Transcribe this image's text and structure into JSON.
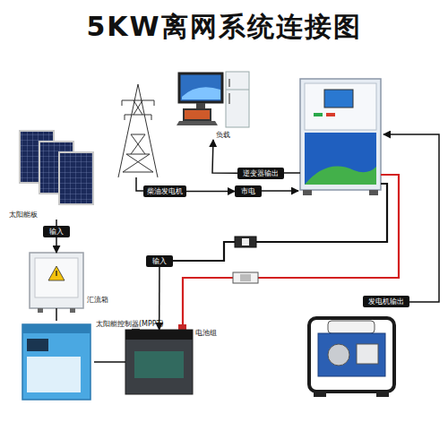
{
  "diagram": {
    "title": "5KW离网系统连接图",
    "nodes": [
      {
        "text": [
          "负载"
        ]
      },
      {
        "text": [
          "逆变器输出"
        ]
      },
      {
        "text": [
          "太阳能板"
        ]
      },
      {
        "text": [
          "柴油发电机"
        ]
      },
      {
        "text": [
          "市电"
        ]
      },
      {
        "text": [
          "输入"
        ]
      },
      {
        "text": [
          "汇流箱"
        ]
      },
      {
        "text": [
          "输入"
        ]
      },
      {
        "text": [
          "太阳能控制器(MPPT)"
        ]
      },
      {
        "text": [
          "电池组"
        ]
      },
      {
        "text": [
          "发电机输出"
        ]
      }
    ],
    "edges": [
      {
        "from": 1,
        "to": 0,
        "arrow": "to"
      },
      {
        "from": 3,
        "to": 4,
        "arrow": "to"
      },
      {
        "from": 2,
        "to": 5,
        "arrow": "none"
      },
      {
        "from": 5,
        "to": 6,
        "arrow": "to"
      },
      {
        "from": 6,
        "to": 8,
        "arrow": "none"
      },
      {
        "from": 8,
        "to": 9,
        "arrow": "none"
      },
      {
        "from": 7,
        "to": 9,
        "arrow": "to"
      }
    ]
  }
}
